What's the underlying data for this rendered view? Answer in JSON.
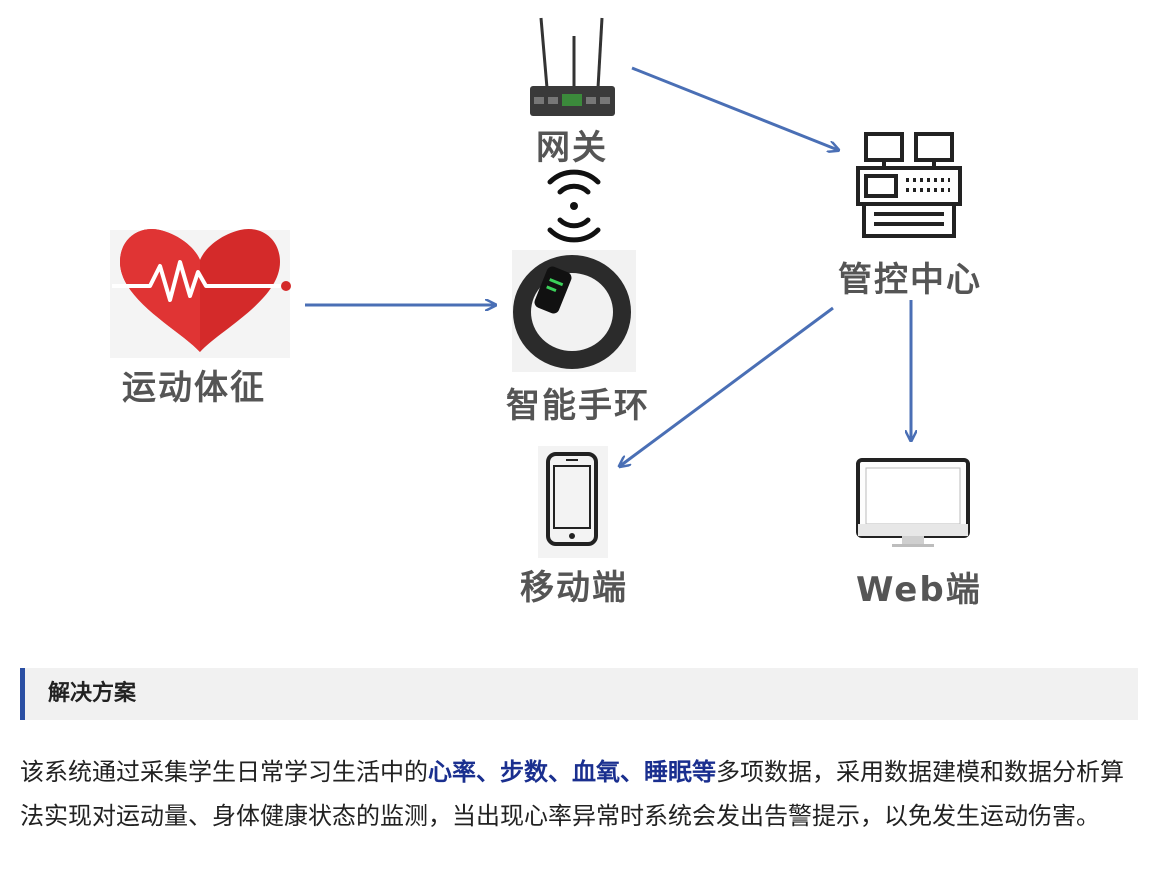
{
  "diagram": {
    "nodes": {
      "vital_signs": "运动体征",
      "bracelet": "智能手环",
      "gateway": "网关",
      "control_center": "管控中心",
      "mobile": "移动端",
      "web": "Web端"
    },
    "edges": [
      {
        "from": "vital_signs",
        "to": "bracelet"
      },
      {
        "from": "bracelet",
        "to": "gateway",
        "style": "wireless"
      },
      {
        "from": "gateway",
        "to": "control_center"
      },
      {
        "from": "control_center",
        "to": "mobile"
      },
      {
        "from": "control_center",
        "to": "web"
      }
    ],
    "colors": {
      "arrow": "#4a6fb5",
      "label": "#555555",
      "heart": "#d42a2a"
    }
  },
  "section": {
    "title": "解决方案"
  },
  "paragraph": {
    "part1": "该系统通过采集学生日常学习生活中的",
    "highlight": "心率、步数、血氧、睡眠等",
    "part2": "多项数据，采用数据建模和数据分析算法实现对运动量、身体健康状态的监测，当出现心率异常时系统会发出告警提示，以免发生运动伤害。"
  }
}
